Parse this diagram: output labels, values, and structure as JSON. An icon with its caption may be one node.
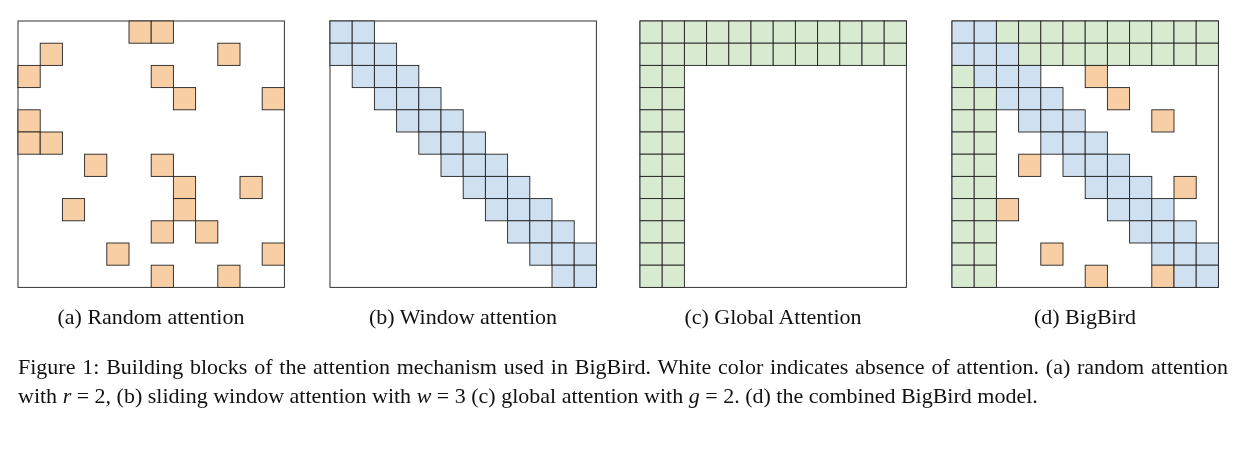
{
  "diagram": {
    "caption": "Figure 1: Building blocks of the attention mechanism used in BigBird. White color indicates absence of attention. (a) random attention with *r* = 2, (b) sliding window attention with *w* = 3 (c) global attention with *g* = 2. (d) the combined BigBird model.",
    "labels": [
      "(a) Random attention",
      "(b) Window attention",
      "(c) Global Attention",
      "(d) BigBird"
    ]
  }
}
